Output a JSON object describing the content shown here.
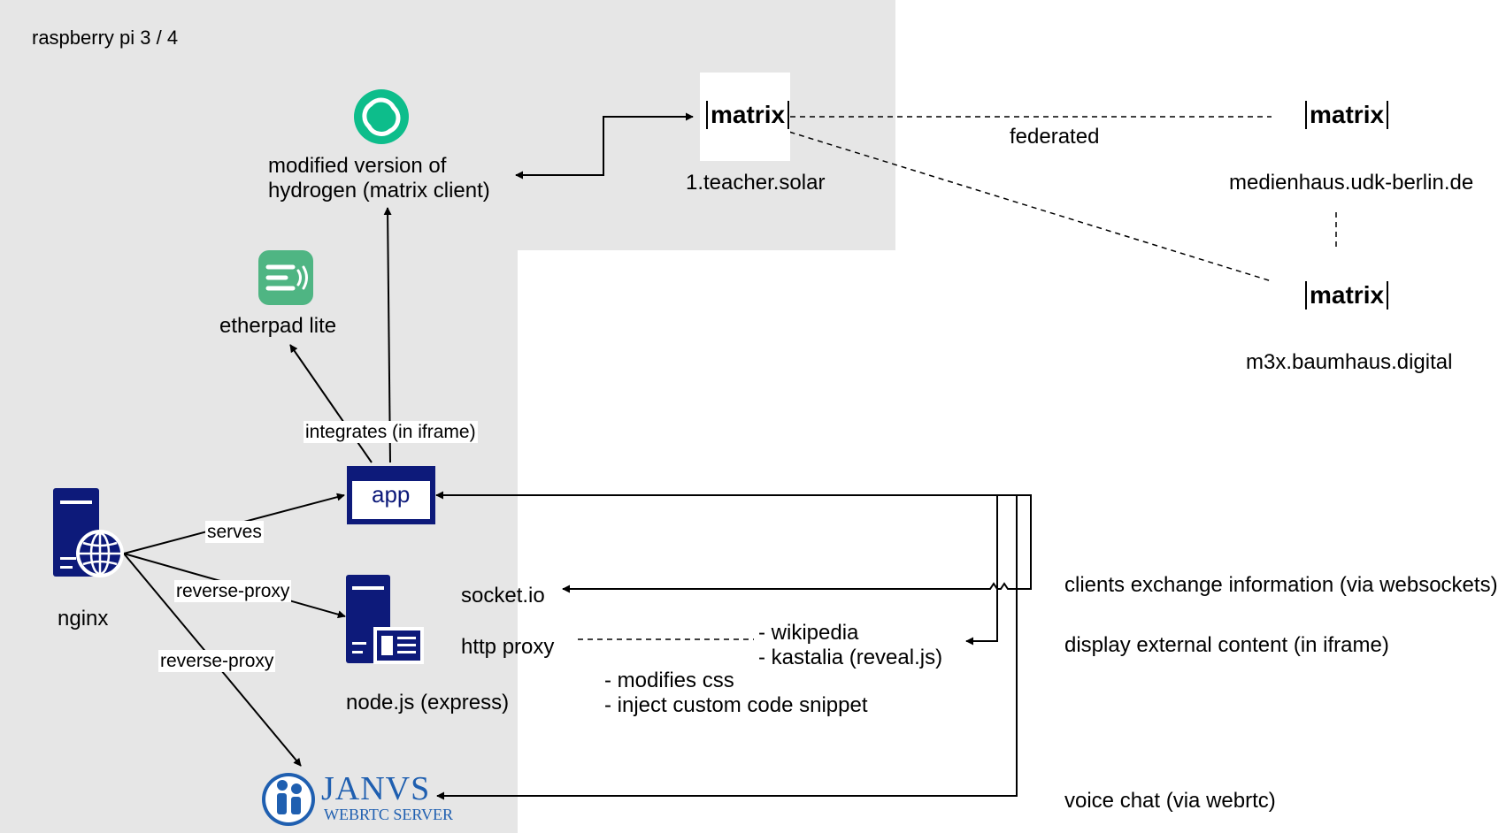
{
  "container": {
    "label": "raspberry pi 3 / 4"
  },
  "nodes": {
    "hydrogen": {
      "label_line1": "modified version of",
      "label_line2": "hydrogen (matrix client)",
      "icon": "element-icon"
    },
    "etherpad": {
      "label": "etherpad lite",
      "icon": "etherpad-icon"
    },
    "app": {
      "label": "app"
    },
    "nginx": {
      "label": "nginx",
      "icon": "web-server-icon"
    },
    "nodejs": {
      "label": "node.js (express)",
      "icon": "server-icon"
    },
    "socketio": {
      "label": "socket.io"
    },
    "http_proxy": {
      "label": "http proxy"
    },
    "janus": {
      "logo_line1": "JANVS",
      "logo_line2": "WEBRTC SERVER",
      "icon": "janus-logo-icon"
    },
    "matrix_teacher": {
      "logo": "matrix",
      "label": "1.teacher.solar"
    },
    "matrix_medienhaus": {
      "logo": "matrix",
      "label": "medienhaus.udk-berlin.de"
    },
    "matrix_m3x": {
      "logo": "matrix",
      "label": "m3x.baumhaus.digital"
    }
  },
  "edge_labels": {
    "federated": "federated",
    "integrates": "integrates (in iframe)",
    "serves": "serves",
    "reverse_proxy_1": "reverse-proxy",
    "reverse_proxy_2": "reverse-proxy"
  },
  "notes": {
    "wikipedia": "- wikipedia",
    "kastalia": "- kastalia (reveal.js)",
    "modifies_css": "- modifies css",
    "inject": "- inject custom code snippet",
    "clients_exchange": "clients exchange information (via websockets)",
    "display_external": "display external content (in iframe)",
    "voice_chat": "voice chat (via webrtc)"
  },
  "colors": {
    "container_bg": "#e6e6e6",
    "server_blue": "#0d1a7a",
    "element_green": "#0dbd8b",
    "etherpad_green": "#4fb583",
    "janus_blue": "#1f5fb0"
  }
}
